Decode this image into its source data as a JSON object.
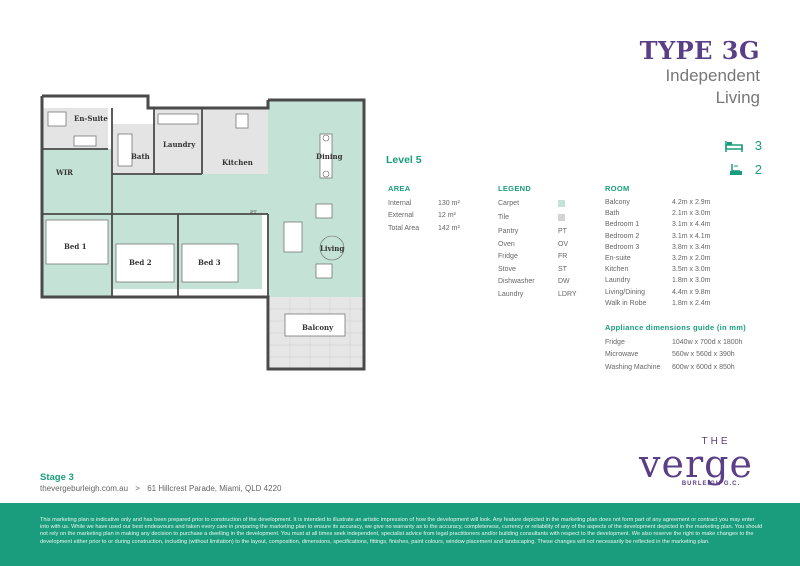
{
  "title": {
    "type": "TYPE 3G",
    "line1": "Independent",
    "line2": "Living"
  },
  "counts": {
    "bedrooms": "3",
    "bathrooms": "2",
    "bed_icon": "bed-icon",
    "bath_icon": "shower-icon"
  },
  "level": "Level 5",
  "area": {
    "heading": "AREA",
    "rows": [
      {
        "label": "Internal",
        "value": "130 m²"
      },
      {
        "label": "External",
        "value": "12 m²"
      },
      {
        "label": "Total Area",
        "value": "142 m²"
      }
    ]
  },
  "legend": {
    "heading": "LEGEND",
    "rows": [
      {
        "label": "Carpet",
        "value": ""
      },
      {
        "label": "Tile",
        "value": ""
      },
      {
        "label": "Pantry",
        "value": "PT"
      },
      {
        "label": "Oven",
        "value": "OV"
      },
      {
        "label": "Fridge",
        "value": "FR"
      },
      {
        "label": "Stove",
        "value": "ST"
      },
      {
        "label": "Dishwasher",
        "value": "DW"
      },
      {
        "label": "Laundry",
        "value": "LDRY"
      }
    ]
  },
  "room": {
    "heading": "ROOM",
    "rows": [
      {
        "label": "Balcony",
        "value": "4.2m x 2.9m"
      },
      {
        "label": "Bath",
        "value": "2.1m x 3.0m"
      },
      {
        "label": "Bedroom 1",
        "value": "3.1m x 4.4m"
      },
      {
        "label": "Bedroom 2",
        "value": "3.1m x 4.1m"
      },
      {
        "label": "Bedroom 3",
        "value": "3.8m x 3.4m"
      },
      {
        "label": "En-suite",
        "value": "3.2m x 2.0m"
      },
      {
        "label": "Kitchen",
        "value": "3.5m x 3.0m"
      },
      {
        "label": "Laundry",
        "value": "1.8m x 3.0m"
      },
      {
        "label": "Living/Dining",
        "value": "4.4m x 9.8m"
      },
      {
        "label": "Walk in Robe",
        "value": "1.8m x 2.4m"
      }
    ]
  },
  "appliance": {
    "heading": "Appliance dimensions guide (in mm)",
    "rows": [
      {
        "label": "Fridge",
        "value": "1040w x 700d x 1800h"
      },
      {
        "label": "Microwave",
        "value": "560w x 560d x 390h"
      },
      {
        "label": "Washing Machine",
        "value": "600w x 600d x 850h"
      }
    ]
  },
  "plan": {
    "en_suite": "En-Suite",
    "bath": "Bath",
    "laundry": "Laundry",
    "kitchen": "Kitchen",
    "dining": "Dining",
    "wir": "WIR",
    "bed1": "Bed 1",
    "bed2": "Bed 2",
    "bed3": "Bed 3",
    "living": "Living",
    "balcony": "Balcony",
    "pt": "PT"
  },
  "stage": "Stage 3",
  "address": {
    "site": "thevergeburleigh.com.au",
    "sep": ">",
    "street": "61 Hillcrest Parade, Miami, QLD 4220"
  },
  "logo": {
    "the": "THE",
    "verge": "verge",
    "place": "BURLEIGH G.C."
  },
  "disclaimer": "This marketing plan is indicative only and has been prepared prior to construction of the development. It is intended to illustrate an artistic impression of how the development will look. Any feature depicted in the marketing plan does not form part of any agreement or contract you may enter into with us. While we have used our best endeavours and taken every care in preparing the marketing plan to ensure its accuracy, we give no warranty as to the accuracy, completeness, currency or reliability of any of the aspects of the development depicted in the marketing plan. You should not rely on the marketing plan in making any decision to purchase a dwelling in the development. You must at all times seek independent, specialist advice from legal practitioners and/or building consultants with respect to the development. We also reserve the right to make changes to the development either prior to or during construction, including (without limitation) to the layout, composition, dimensions, specifications, fittings, finishes, paint colours, window placement and landscaping. These changes will not necessarily be reflected in the marketing plan.",
  "colors": {
    "accent": "#1a9d7c",
    "brand": "#5b3f86",
    "carpet": "#c4e3d6",
    "tile": "#d4d4d4"
  }
}
